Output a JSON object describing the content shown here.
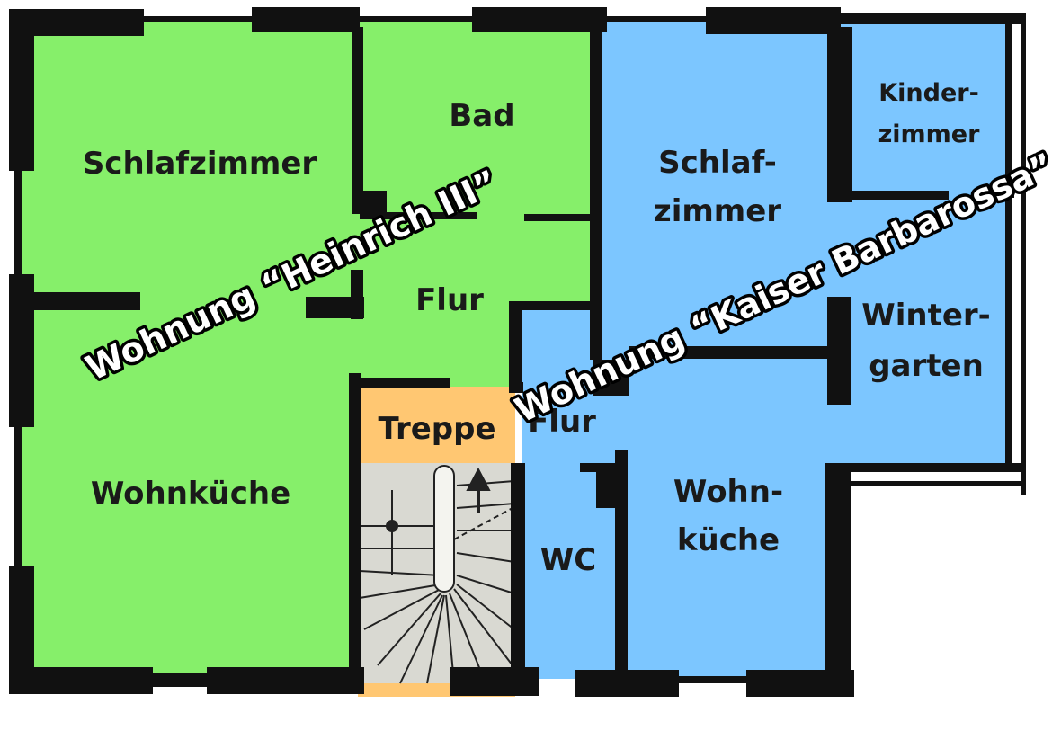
{
  "colors": {
    "apartment_green": "#86ef6a",
    "apartment_blue": "#7cc6ff",
    "stairs_orange": "#ffc772",
    "walls": "#111111"
  },
  "apartments": {
    "heinrich": {
      "label": "Wohnung “Heinrich III”"
    },
    "barbarossa": {
      "label": "Wohnung “Kaiser Barbarossa”"
    }
  },
  "rooms": {
    "schlafzimmer_left": "Schlafzimmer",
    "bad": "Bad",
    "flur_left": "Flur",
    "wohnkueche_left": "Wohnküche",
    "treppe": "Treppe",
    "schlafzimmer_right_1": "Schlaf-",
    "schlafzimmer_right_2": "zimmer",
    "kinderzimmer_1": "Kinder-",
    "kinderzimmer_2": "zimmer",
    "wintergarten_1": "Winter-",
    "wintergarten_2": "garten",
    "flur_right": "Flur",
    "wc": "WC",
    "wohnkueche_right_1": "Wohn-",
    "wohnkueche_right_2": "küche"
  }
}
